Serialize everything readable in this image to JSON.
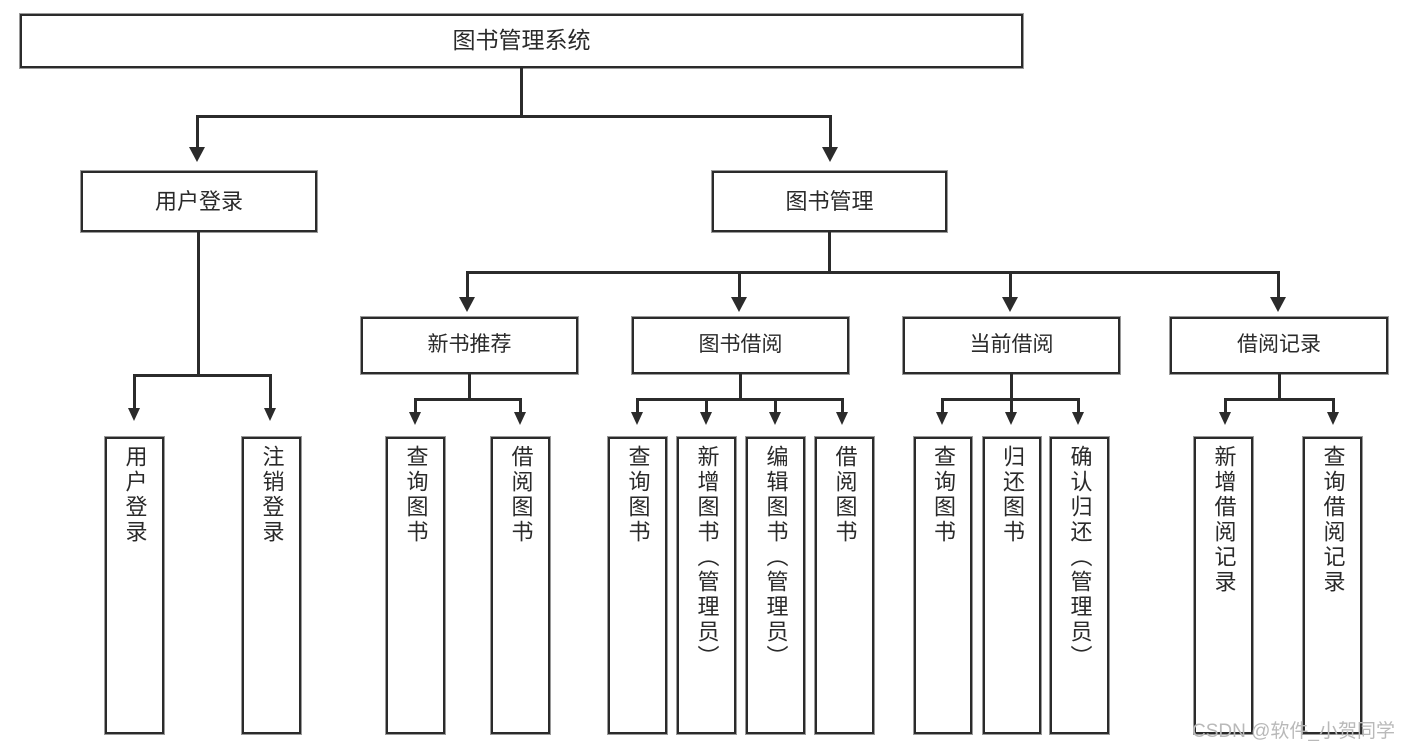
{
  "diagram": {
    "type": "tree-hierarchy",
    "title": "图书管理系统",
    "root": {
      "id": "root",
      "label": "图书管理系统"
    },
    "level2": [
      {
        "id": "user-login",
        "label": "用户登录"
      },
      {
        "id": "book-management",
        "label": "图书管理"
      }
    ],
    "level3": [
      {
        "id": "new-book-recommend",
        "label": "新书推荐",
        "parent": "book-management"
      },
      {
        "id": "book-borrow",
        "label": "图书借阅",
        "parent": "book-management"
      },
      {
        "id": "current-borrow",
        "label": "当前借阅",
        "parent": "book-management"
      },
      {
        "id": "borrow-record",
        "label": "借阅记录",
        "parent": "book-management"
      }
    ],
    "leaves": {
      "user_login": [
        {
          "id": "leaf-user-login",
          "label": "用户登录"
        },
        {
          "id": "leaf-logout-login",
          "label": "注销登录"
        }
      ],
      "new_book_recommend": [
        {
          "id": "leaf-query-book-1",
          "label": "查询图书"
        },
        {
          "id": "leaf-borrow-book-1",
          "label": "借阅图书"
        }
      ],
      "book_borrow": [
        {
          "id": "leaf-query-book-2",
          "label": "查询图书"
        },
        {
          "id": "leaf-add-book",
          "label": "新增图书（管理员）"
        },
        {
          "id": "leaf-edit-book",
          "label": "编辑图书（管理员）"
        },
        {
          "id": "leaf-borrow-book-2",
          "label": "借阅图书"
        }
      ],
      "current_borrow": [
        {
          "id": "leaf-query-book-3",
          "label": "查询图书"
        },
        {
          "id": "leaf-return-book",
          "label": "归还图书"
        },
        {
          "id": "leaf-confirm-return",
          "label": "确认归还（管理员）"
        }
      ],
      "borrow_record": [
        {
          "id": "leaf-add-record",
          "label": "新增借阅记录"
        },
        {
          "id": "leaf-query-record",
          "label": "查询借阅记录"
        }
      ]
    }
  },
  "watermark": {
    "text": "CSDN @软件_小贺同学"
  },
  "colors": {
    "border": "#2b2b2b",
    "background": "#ffffff",
    "text": "#2a2a2a",
    "watermark": "#b9b9b9"
  }
}
